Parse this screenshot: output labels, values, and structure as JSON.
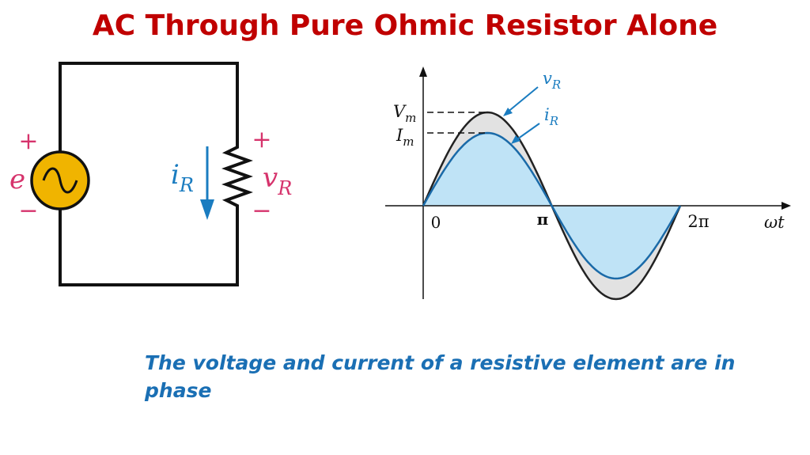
{
  "title": "AC Through Pure Ohmic Resistor Alone",
  "caption": "The voltage and current of a resistive element are in phase",
  "circuit": {
    "source_label": "e",
    "source_plus": "+",
    "source_minus": "−",
    "current_label": "i",
    "current_subscript": "R",
    "voltage_label": "v",
    "voltage_subscript": "R",
    "resistor_plus": "+",
    "resistor_minus": "−"
  },
  "graph": {
    "vm_label": "V",
    "vm_subscript": "m",
    "im_label": "I",
    "im_subscript": "m",
    "origin_label": "0",
    "pi_label": "π",
    "two_pi_label": "2π",
    "axis_label": "ωt",
    "vr_label": "v",
    "vr_subscript": "R",
    "ir_label": "i",
    "ir_subscript": "R"
  },
  "colors": {
    "title": "#c00000",
    "caption": "#1a6fb4",
    "pink": "#d6336c",
    "blue": "#1a7cc0",
    "source_fill": "#f0b400",
    "voltage_fill": "#e2e2e2",
    "current_fill": "#bfe3f6"
  }
}
